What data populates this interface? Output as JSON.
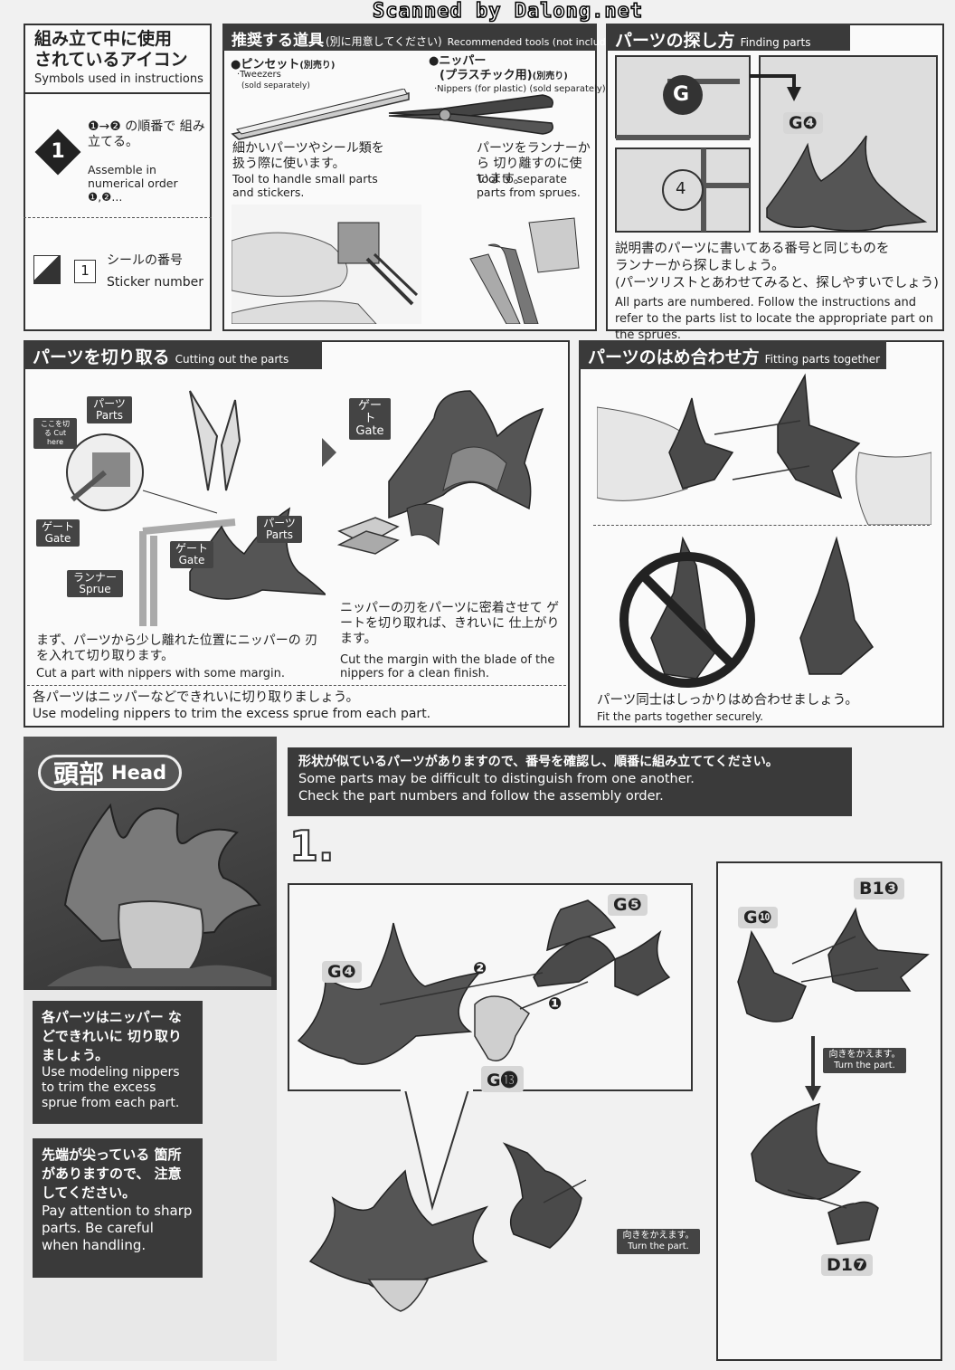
{
  "watermark": "Scanned by Dalong.net",
  "symbols": {
    "title_jp_1": "組み立て中に使用",
    "title_jp_2": "されているアイコン",
    "title_en": "Symbols used in instructions",
    "step_icon": "1",
    "order_jp": "❶→❷ の順番で 組み立てる。",
    "order_en": "Assemble in numerical order ❶,❷...",
    "sticker_box": "1",
    "sticker_jp": "シールの番号",
    "sticker_en": "Sticker number"
  },
  "tools": {
    "title_jp": "推奨する道具",
    "title_jp_small": "(別に用意してください)",
    "title_en": "Recommended tools (not included)",
    "tweezers_jp": "●ピンセット",
    "tweezers_sold_jp": "(別売り)",
    "tweezers_en": "·Tweezers",
    "tweezers_sold_en": "(sold separately)",
    "tweezers_desc_jp": "細かいパーツやシール類を 扱う際に使います。",
    "tweezers_desc_en": "Tool to handle small parts and stickers.",
    "nipper_jp": "●ニッパー",
    "nipper_jp_2": "(プラスチック用)",
    "nipper_sold_jp": "(別売り)",
    "nipper_en": "·Nippers (for plastic) (sold separately)",
    "nipper_desc_jp": "パーツをランナーから 切り離すのに使います。",
    "nipper_desc_en": "Tool to separate parts from sprues."
  },
  "finding": {
    "title_jp": "パーツの探し方",
    "title_en": "Finding parts",
    "runner_letter": "G",
    "runner_number": "4",
    "part_label": "G❹",
    "desc_jp_1": "説明書のパーツに書いてある番号と同じものを",
    "desc_jp_2": "ランナーから探しましょう。",
    "desc_jp_3": "(パーツリストとあわせてみると、探しやすいでしょう)",
    "desc_en": "All parts are numbered. Follow the instructions and refer to the parts list to locate the appropriate part on the sprues."
  },
  "cutting": {
    "title_jp": "パーツを切り取る",
    "title_en": "Cutting out the parts",
    "tag_parts_1": "パーツ Parts",
    "tag_cut_here": "ここを切る Cut here",
    "tag_gate_1": "ゲート Gate",
    "tag_gate_2": "ゲート Gate",
    "tag_parts_2": "パーツ Parts",
    "tag_runner": "ランナー Sprue",
    "tag_gate_3": "ゲート Gate",
    "step1_jp": "まず、パーツから少し離れた位置にニッパーの 刃を入れて切り取ります。",
    "step1_en": "Cut a part with nippers with some margin.",
    "step2_jp": "ニッパーの刃をパーツに密着させて ゲートを切り取れば、きれいに 仕上がります。",
    "step2_en": "Cut the margin with the blade of the nippers for a clean finish.",
    "note_jp": "各パーツはニッパーなどできれいに切り取りましょう。",
    "note_en": "Use modeling nippers to trim the excess sprue from each part."
  },
  "fitting": {
    "title_jp": "パーツのはめ合わせ方",
    "title_en": "Fitting parts together",
    "note_jp": "パーツ同士はしっかりはめ合わせましょう。",
    "note_en": "Fit the parts together securely."
  },
  "head": {
    "title_jp": "頭部",
    "title_en": "Head",
    "warn_jp": "形状が似ているパーツがありますので、番号を確認し、順番に組み立ててください。",
    "warn_en_1": "Some parts may be difficult to distinguish from one another.",
    "warn_en_2": "Check the part numbers and follow the assembly order.",
    "trim_jp": "各パーツはニッパー などできれいに 切り取りましょう。",
    "trim_en": "Use modeling nippers to trim the excess sprue from each part.",
    "sharp_jp": "先端が尖っている 箇所がありますので、 注意してください。",
    "sharp_en": "Pay attention to sharp parts. Be careful when handling.",
    "step_number": "1.",
    "parts": {
      "g4": "G❹",
      "g5": "G❺",
      "g13": "G⓭",
      "g10": "G❿",
      "b13": "B1❸",
      "d17": "D1❼"
    },
    "order_1": "❶",
    "order_2": "❷",
    "turn_jp_1": "向きをかえます。",
    "turn_en_1": "Turn the part.",
    "turn_jp_2": "向きをかえます。",
    "turn_en_2": "Turn the part."
  }
}
